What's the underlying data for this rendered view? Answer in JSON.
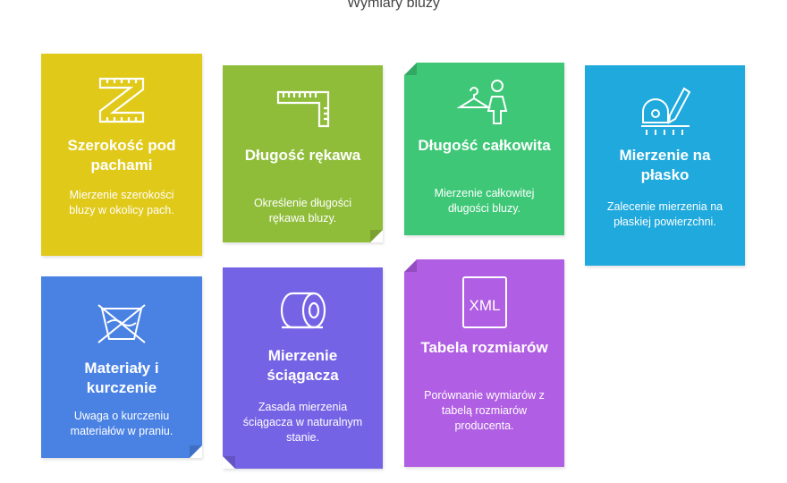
{
  "title": "Wymiary bluzy",
  "colors": {
    "yellow": "#e1c919",
    "lime": "#8fbd3a",
    "green": "#3ec777",
    "cyan": "#1fa9dd",
    "blue": "#4a82e4",
    "violet": "#7563e6",
    "purple": "#b05ee3"
  },
  "cards": [
    {
      "icon": "tape-measure-icon",
      "title": "Szerokość pod pachami",
      "desc": "Mierzenie szerokości bluzy w okolicy pach."
    },
    {
      "icon": "ruler-icon",
      "title": "Długość rękawa",
      "desc": "Określenie długości rękawa bluzy."
    },
    {
      "icon": "hanger-person-icon",
      "title": "Długość całkowita",
      "desc": "Mierzenie całkowitej długości bluzy."
    },
    {
      "icon": "measuring-tool-pencil-icon",
      "title": "Mierzenie na płasko",
      "desc": "Zalecenie mierzenia na płaskiej powierzchni."
    },
    {
      "icon": "no-tumble-dry-icon",
      "title": "Materiały i kurczenie",
      "desc": "Uwaga o kurczeniu materiałów w praniu."
    },
    {
      "icon": "tape-roll-icon",
      "title": "Mierzenie ściągacza",
      "desc": "Zasada mierzenia ściągacza w naturalnym stanie."
    },
    {
      "icon": "xml-document-icon",
      "title": "Tabela rozmiarów",
      "desc": "Porównanie wymiarów z tabelą rozmiarów producenta."
    },
    {
      "icon_text": "XML"
    }
  ]
}
